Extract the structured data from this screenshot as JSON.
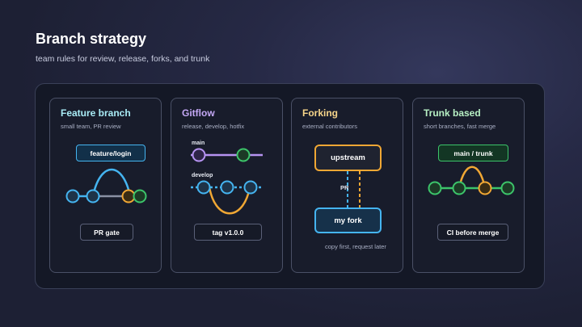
{
  "header": {
    "title": "Branch strategy",
    "subtitle": "team rules for review, release, forks, and trunk"
  },
  "cards": [
    {
      "title": "Feature branch",
      "subtitle": "small team, PR review",
      "branch_label": "feature/login",
      "gate_label": "PR gate",
      "title_color": "#a9ecf6"
    },
    {
      "title": "Gitflow",
      "subtitle": "release, develop, hotfix",
      "main_label": "main",
      "develop_label": "develop",
      "gate_label": "tag v1.0.0",
      "title_color": "#c4a8f5"
    },
    {
      "title": "Forking",
      "subtitle": "external contributors",
      "upstream_label": "upstream",
      "fork_label": "my fork",
      "pr_label": "PR",
      "note": "copy first, request later",
      "title_color": "#f6d58a"
    },
    {
      "title": "Trunk based",
      "subtitle": "short branches, fast merge",
      "branch_label": "main / trunk",
      "gate_label": "CI before merge",
      "title_color": "#b7f0c4"
    }
  ],
  "colors": {
    "blue": "#45b4f0",
    "purple": "#b693f2",
    "orange": "#f0a734",
    "green": "#3cc46a",
    "gray": "#8a90a3"
  }
}
